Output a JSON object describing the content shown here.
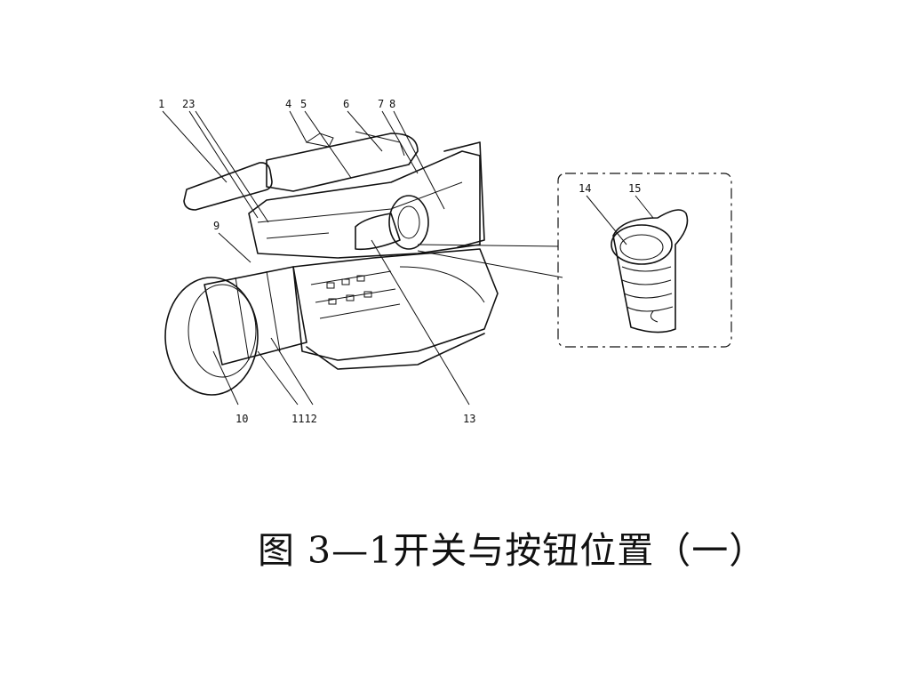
{
  "figure": {
    "caption": "图 3—1开关与按钮位置（一）",
    "callouts": {
      "c1": "1",
      "c23": "23",
      "c4": "4",
      "c5": "5",
      "c6": "6",
      "c7": "7",
      "c8": "8",
      "c9": "9",
      "c10": "10",
      "c1112": "1112",
      "c13": "13",
      "c14": "14",
      "c15": "15"
    }
  }
}
